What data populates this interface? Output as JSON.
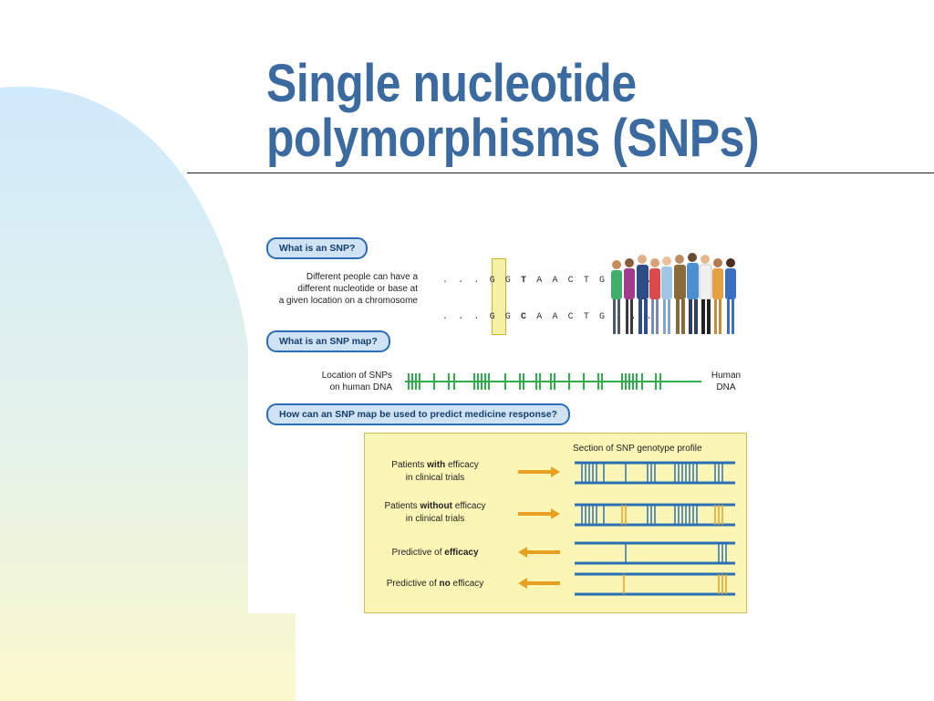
{
  "slide": {
    "title_line1": "Single nucleotide",
    "title_line2": "polymorphisms (SNPs)"
  },
  "colors": {
    "title": "#3a6aa0",
    "bg_blue": "#cfeafb",
    "bg_yellow": "#fbf8cc",
    "dna_green": "#2fae49",
    "profile_blue": "#2b6eb5",
    "profile_orange": "#e8a020",
    "panel_bg": "#fbf6b6"
  },
  "figure": {
    "q1": "What is an SNP?",
    "q1_text": [
      "Different people can have a",
      "different nucleotide or base at",
      "a given location on a chromosome"
    ],
    "seq1_prefix": ". . . G G",
    "seq1_base": "T",
    "seq1_suffix": "A A C T G . . .",
    "seq2_prefix": ". . . G G",
    "seq2_base": "C",
    "seq2_suffix": "A A C T G . . .",
    "q2": "What is an SNP map?",
    "map_left_label": [
      "Location of SNPs",
      "on human DNA"
    ],
    "map_right_label": [
      "Human",
      "DNA"
    ],
    "q3": "How can an SNP map be used to predict medicine response?",
    "panel_header": "Section of SNP genotype profile",
    "rows": [
      {
        "pre": "Patients ",
        "bold": "with",
        "post": " efficacy",
        "line2": "in clinical trials"
      },
      {
        "pre": "Patients ",
        "bold": "without",
        "post": " efficacy",
        "line2": "in clinical trials"
      },
      {
        "pre": "Predictive of ",
        "bold": "efficacy",
        "post": "",
        "line2": ""
      },
      {
        "pre": "Predictive of ",
        "bold": "no",
        "post": " efficacy",
        "line2": ""
      }
    ],
    "people_icon": "people-group-icon",
    "arrow_icon": "arrow-icon"
  }
}
